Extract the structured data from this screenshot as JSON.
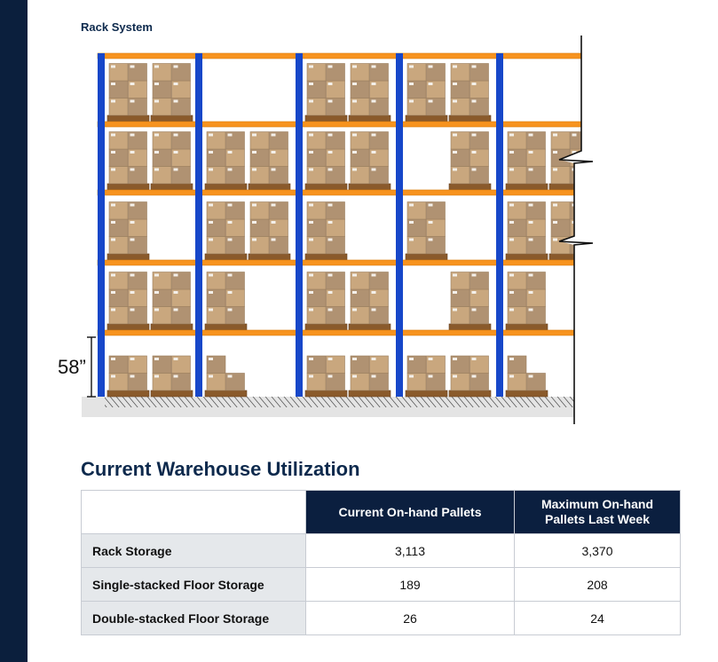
{
  "rack": {
    "title": "Rack System",
    "dimension_label": "58”"
  },
  "utilization": {
    "title": "Current Warehouse Utilization",
    "columns": [
      "",
      "Current On-hand Pallets",
      "Maximum On-hand Pallets Last Week"
    ],
    "rows": [
      {
        "label": "Rack Storage",
        "current": "3,113",
        "max_last_week": "3,370"
      },
      {
        "label": "Single-stacked Floor Storage",
        "current": "189",
        "max_last_week": "208"
      },
      {
        "label": "Double-stacked Floor Storage",
        "current": "26",
        "max_last_week": "24"
      }
    ]
  },
  "colors": {
    "upright": "#1747c9",
    "beam": "#f7931e",
    "box_light": "#c9a77e",
    "box_dark": "#b09272",
    "pallet": "#8a5a2b",
    "navy": "#0b1f3f"
  }
}
